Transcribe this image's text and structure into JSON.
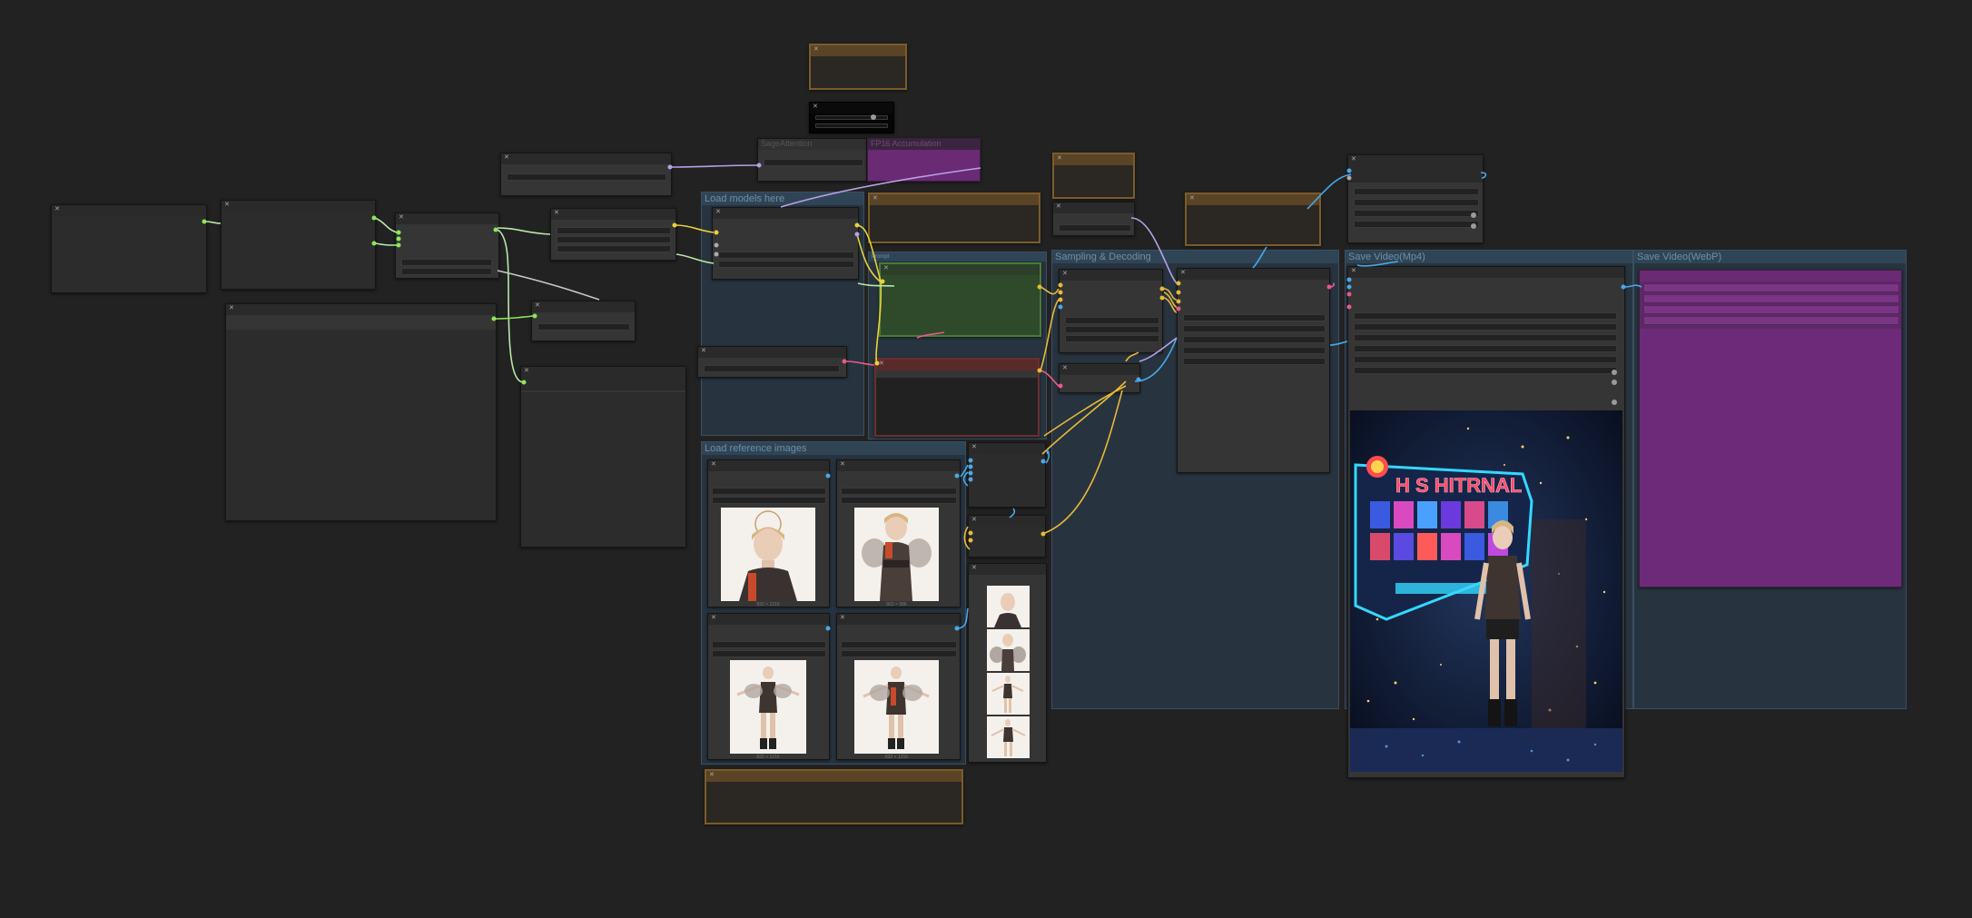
{
  "groups": {
    "load_models": "Load models here",
    "load_reference_images": "Load reference images",
    "sampling_decoding": "Sampling & Decoding",
    "save_video_mp4": "Save Video(Mp4)",
    "save_video_webp": "Save Video(WebP)",
    "positive_group": "Prompt"
  },
  "nodes": {
    "sage_attention": "SageAttention",
    "fp16_accumulation": "FP16 Accumulation"
  },
  "reference_images": {
    "dims": [
      "832 × 1216",
      "862 × 986",
      "832 × 1216",
      "832 × 1216"
    ]
  },
  "video": {
    "sign_text": "H S HITRNAL"
  },
  "colors": {
    "background": "#222222",
    "group": "#27343f",
    "node": "#353535",
    "brown_note": "#7a5c2a",
    "purple": "#6d2a78",
    "wire_yellow": "#e8b83a",
    "wire_orange": "#e89a3a",
    "wire_blue": "#4aa8e8",
    "wire_lilac": "#b8a0e8",
    "wire_pink": "#e85a8a",
    "wire_green": "#8ae85a"
  }
}
